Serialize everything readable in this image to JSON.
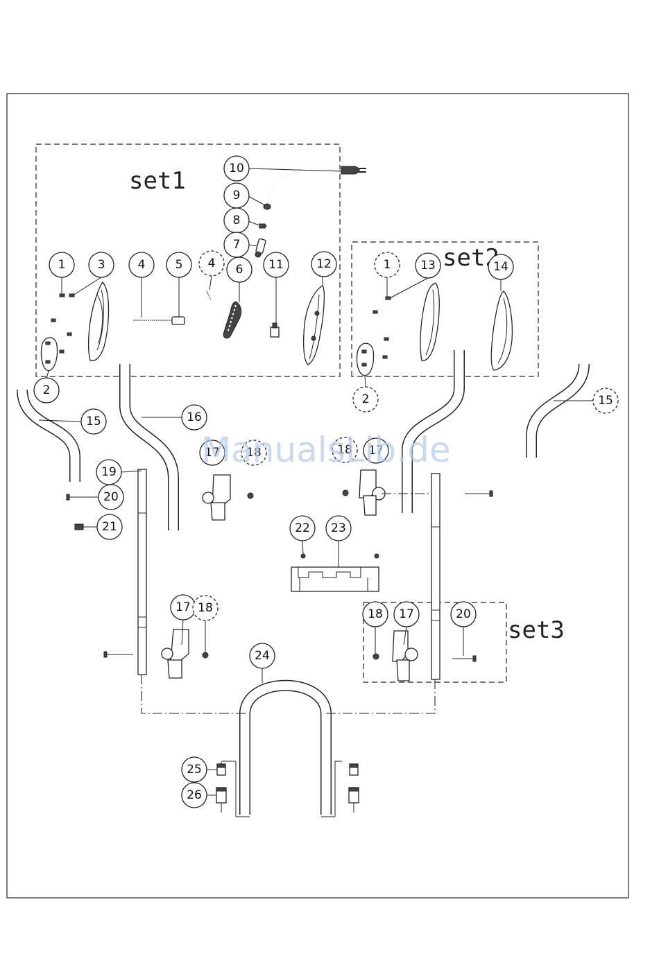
{
  "sets": [
    {
      "id": "set1",
      "label": "set1"
    },
    {
      "id": "set2",
      "label": "set2"
    },
    {
      "id": "set3",
      "label": "set3"
    }
  ],
  "callouts": [
    "1",
    "3",
    "4",
    "5",
    "4",
    "6",
    "10",
    "9",
    "8",
    "7",
    "11",
    "12",
    "2",
    "1",
    "13",
    "14",
    "2",
    "15",
    "16",
    "15",
    "17",
    "18",
    "18",
    "17",
    "19",
    "20",
    "21",
    "22",
    "23",
    "17",
    "18",
    "18",
    "17",
    "20",
    "24",
    "25",
    "26"
  ],
  "watermark": "ManualsLib.de"
}
